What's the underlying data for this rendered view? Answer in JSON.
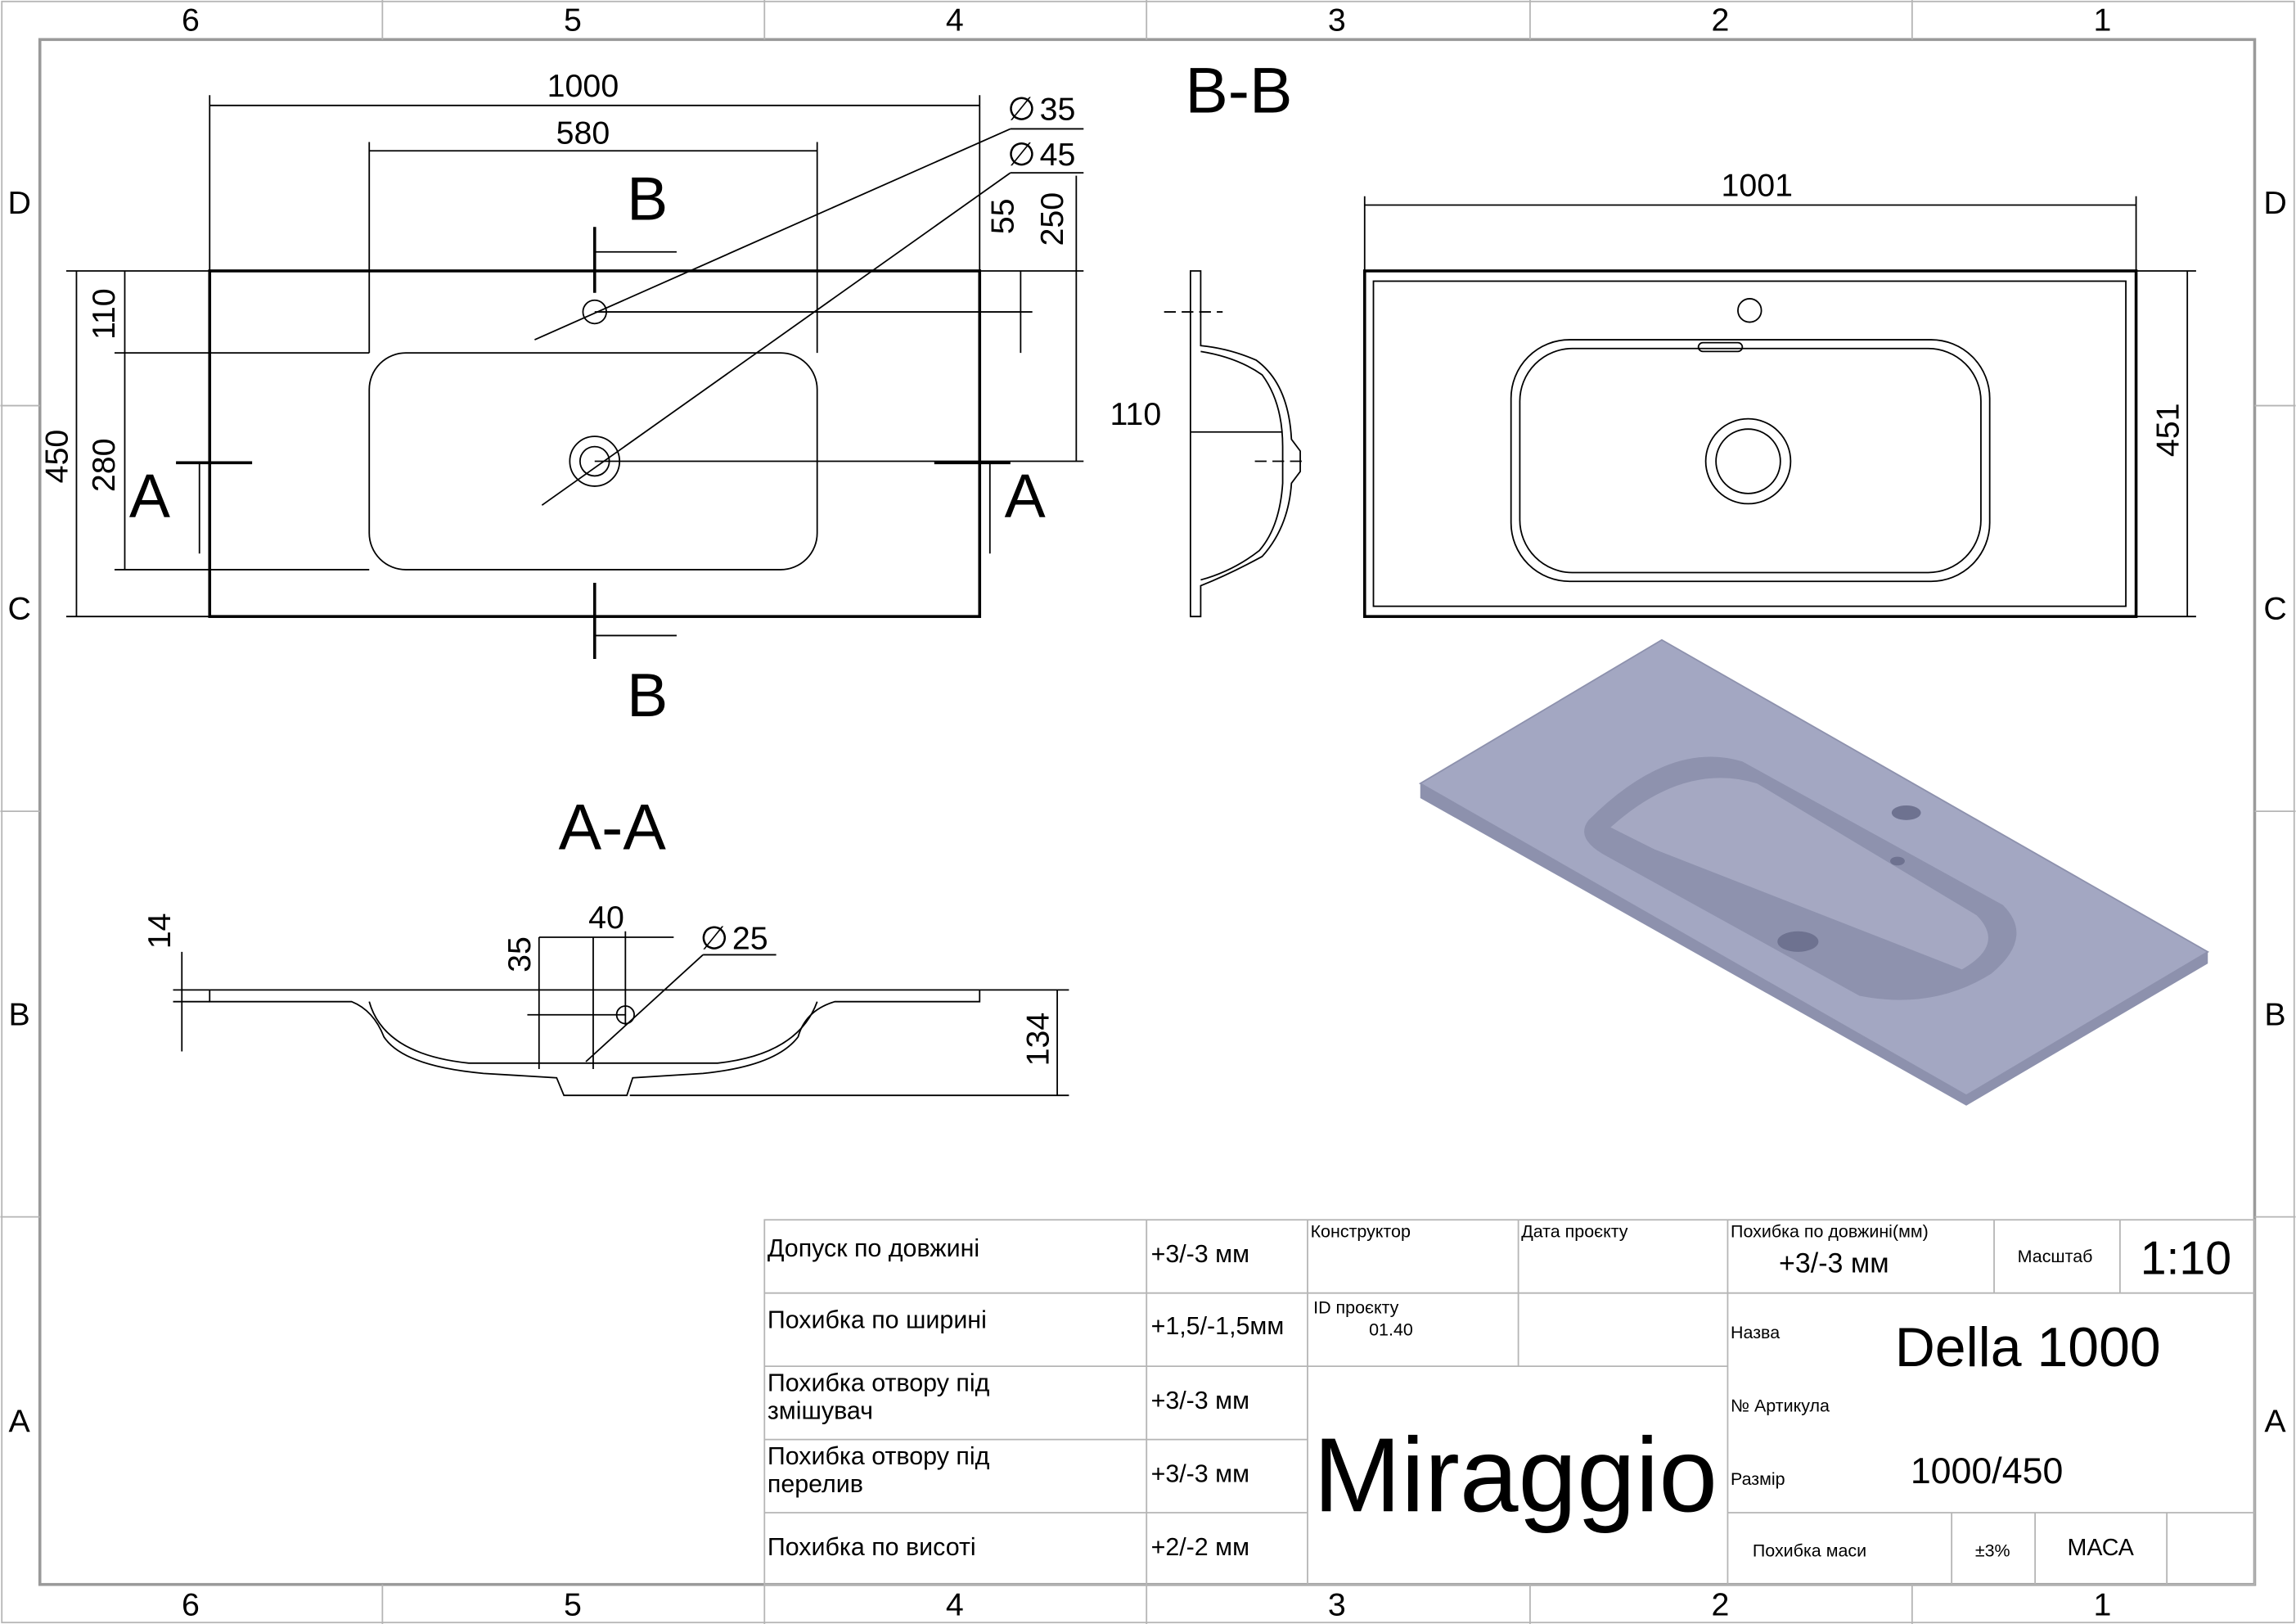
{
  "zones": {
    "columns": [
      "6",
      "5",
      "4",
      "3",
      "2",
      "1"
    ],
    "rows": [
      "D",
      "C",
      "B",
      "A"
    ]
  },
  "views": {
    "section_bb_title": "B-B",
    "section_aa_title": "A-A",
    "section_marker_a": "A",
    "section_marker_b": "B"
  },
  "dimensions": {
    "top_view": {
      "width_overall": "1000",
      "basin_width": "580",
      "hole_35": "35",
      "hole_45": "45",
      "d_55": "55",
      "d_250": "250",
      "height_overall": "450",
      "d_110": "110",
      "d_280": "280"
    },
    "side_view": {
      "depth": "110"
    },
    "right_view": {
      "width": "1001",
      "height": "451"
    },
    "section_aa": {
      "thickness": "14",
      "d_35": "35",
      "d_40": "40",
      "overflow_hole": "25",
      "height": "134"
    },
    "diameter_symbol": "∅"
  },
  "title_block": {
    "tolerances": [
      {
        "label": "Допуск по довжині",
        "value": "+3/-3 мм"
      },
      {
        "label": "Похибка по ширині",
        "value": "+1,5/-1,5мм"
      },
      {
        "label": "Похибка отвору під змішувач",
        "value": "+3/-3 мм"
      },
      {
        "label": "Похибка отвору під перелив",
        "value": "+3/-3 мм"
      },
      {
        "label": "Похибка по висоті",
        "value": "+2/-2 мм"
      }
    ],
    "designer_label": "Конструктор",
    "project_date_label": "Дата проєкту",
    "project_id_label": "ID проєкту",
    "project_id_value": "01.40",
    "brand": "Miraggio",
    "length_tolerance_label": "Похибка по довжині(мм)",
    "length_tolerance_value": "+3/-3 мм",
    "scale_label": "Масштаб",
    "scale_value": "1:10",
    "name_label": "Назва",
    "name_value": "Della 1000",
    "article_label": "№ Артикула",
    "size_label": "Размір",
    "size_value": "1000/450",
    "mass_tolerance_label": "Похибка маси",
    "mass_tolerance_value": "±3%",
    "mass_label": "МАСА"
  },
  "colors": {
    "render_fill": "#a3a7c2",
    "render_shadow": "#8d91ad"
  }
}
